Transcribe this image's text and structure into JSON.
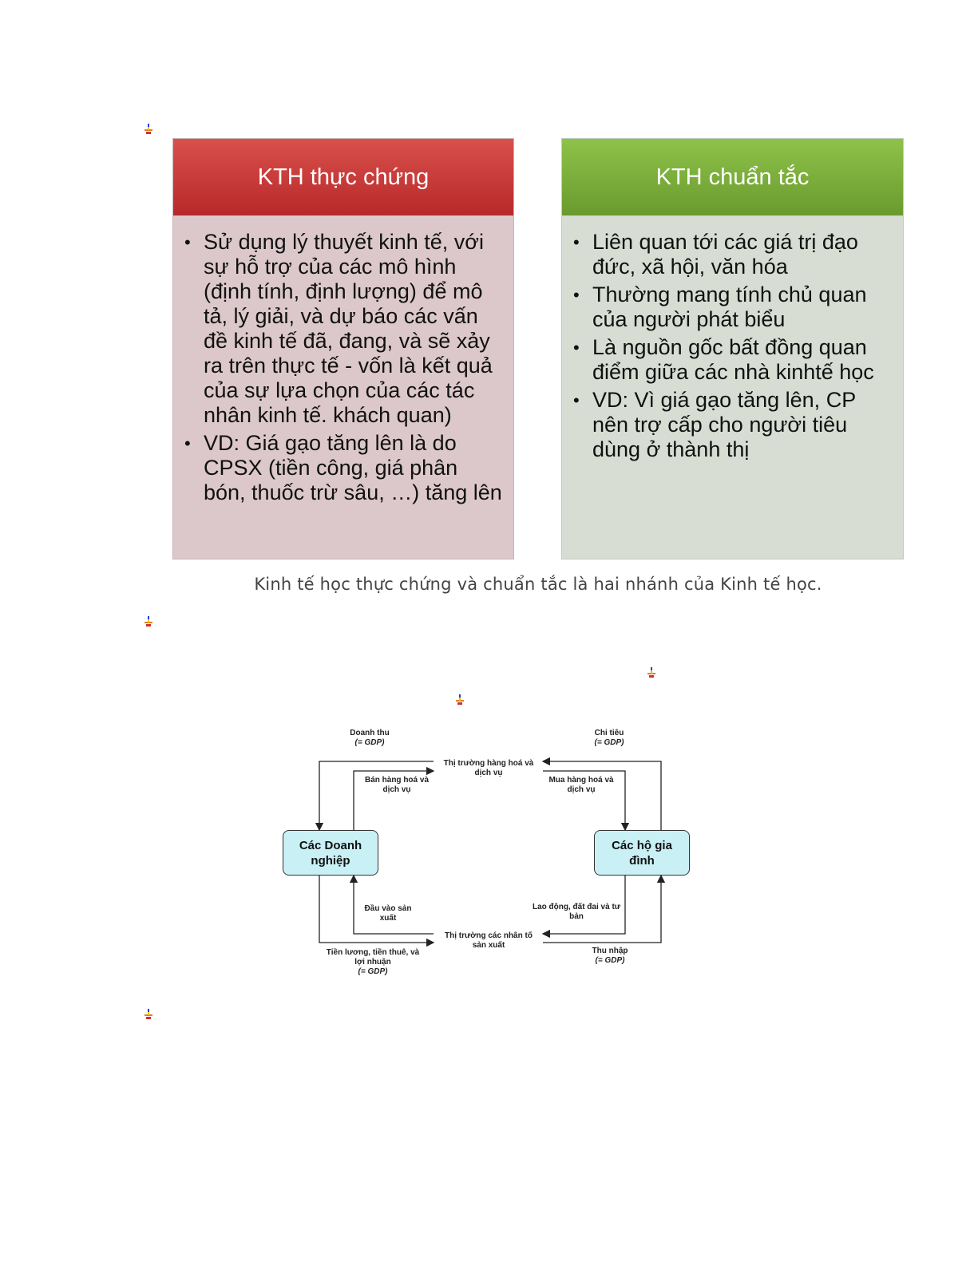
{
  "panels": {
    "left": {
      "title": "KTH thực chứng",
      "items": [
        "Sử dụng lý thuyết kinh tế, với sự hỗ trợ của các mô hình (định tính, định lượng) để mô tả, lý giải, và dự báo các vấn đề kinh tế đã, đang, và sẽ xảy ra trên thực tế - vốn là kết quả của sự lựa chọn của các tác nhân kinh tế. khách quan)",
        "VD: Giá gạo tăng lên là do CPSX (tiền công, giá phân bón, thuốc trừ sâu, …) tăng lên"
      ],
      "header_color": "#c3302e",
      "body_color": "#dcc8cb"
    },
    "right": {
      "title": "KTH chuẩn tắc",
      "items": [
        "Liên quan tới các giá trị đạo đức, xã hội, văn hóa",
        "Thường mang tính chủ quan của người phát biểu",
        "Là nguồn gốc bất đồng quan điểm giữa các nhà kinhtế học",
        "VD: Vì giá gạo tăng lên, CP nên trợ cấp cho người tiêu dùng ở thành thị"
      ],
      "header_color": "#7aab38",
      "body_color": "#d7ddd2"
    }
  },
  "caption": "Kinh tế học thực chứng và chuẩn tắc là hai nhánh của Kinh tế học.",
  "diagram": {
    "box_firms": "Các Doanh nghiệp",
    "box_households": "Các hộ gia đình",
    "market_goods": "Thị trường hàng hoá và dịch vụ",
    "market_factors": "Thị trường các nhân tố sản xuất",
    "revenue": "Doanh thu",
    "revenue_gdp": "(= GDP)",
    "spending": "Chi tiêu",
    "spending_gdp": "(= GDP)",
    "sell_goods": "Bán hàng hoá và dịch vụ",
    "buy_goods": "Mua hàng hoá và dịch vụ",
    "inputs": "Đầu vào sản xuất",
    "factors": "Lao động, đất đai và tư bản",
    "wages": "Tiền lương, tiền thuê, và lợi nhuận",
    "wages_gdp": "(= GDP)",
    "income": "Thu nhập",
    "income_gdp": "(= GDP)",
    "box_fill": "#c8f0f5"
  },
  "icons": [
    "bullet-marker-icon"
  ]
}
